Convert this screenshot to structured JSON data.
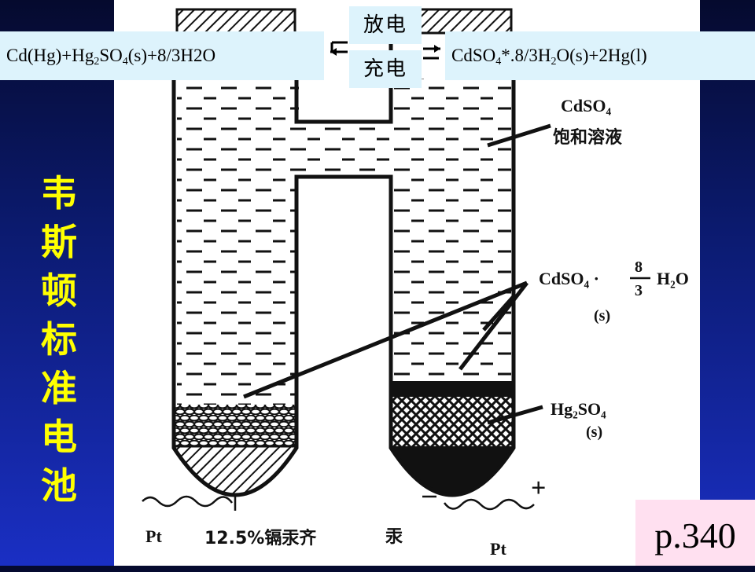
{
  "title": {
    "vertical_chars": [
      "韦",
      "斯",
      "顿",
      "标",
      "准",
      "电",
      "池"
    ]
  },
  "reaction": {
    "left_parts": [
      "Cd(Hg)+Hg",
      "2",
      "SO",
      "4",
      "(s)+8/3H2O"
    ],
    "right_parts": [
      "CdSO",
      "4",
      "*.8/3H",
      "2",
      "O(s)+2Hg(l)"
    ],
    "discharge_label": "放电",
    "charge_label": "充电"
  },
  "figure": {
    "cdso4_solution_formula": "CdSO₄",
    "cdso4_solution_label": "饱和溶液",
    "hydrate_formula": "CdSO₄ ·",
    "hydrate_fraction_num": "8",
    "hydrate_fraction_den": "3",
    "hydrate_water": "H₂O",
    "hydrate_state": "(s)",
    "hg2so4_formula": "Hg₂SO₄",
    "hg2so4_state": "(s)",
    "plus_sign": "+",
    "left_electrode_label": "Pt",
    "right_electrode_label": "Pt",
    "amalgam_label": "12.5%镉汞齐",
    "mercury_label": "汞"
  },
  "page_ref": "p.340",
  "colors": {
    "background_top": "#050a2e",
    "background_bottom": "#1a2fc4",
    "title_yellow": "#ffff00",
    "reaction_box": "#ddf3fc",
    "page_ref_box": "#ffe0f0"
  }
}
